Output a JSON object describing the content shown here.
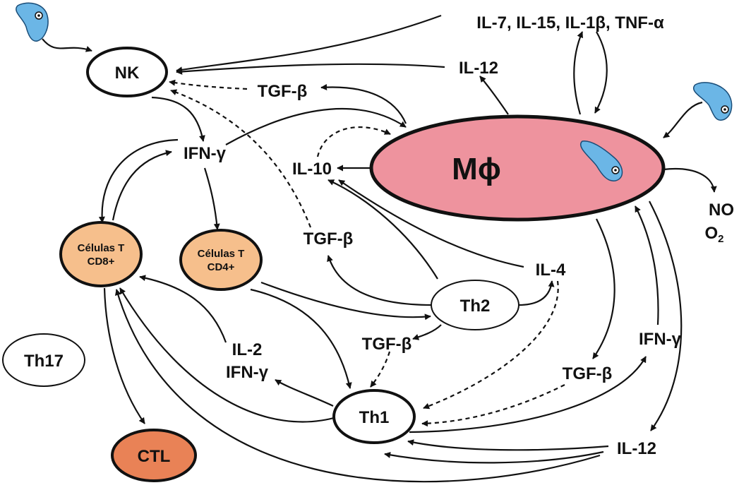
{
  "colors": {
    "macrophage_fill": "#ee939e",
    "cd_cell_fill": "#f6bf8c",
    "ctl_fill": "#e98256",
    "white_cell_fill": "#ffffff",
    "parasite_fill": "#6bb6e6",
    "line": "#111111"
  },
  "nodes": {
    "nk": "NK",
    "macrophage": "Mϕ",
    "cd8": [
      "Células T",
      "CD8+"
    ],
    "cd4": [
      "Células T",
      "CD4+"
    ],
    "th2": "Th2",
    "th1": "Th1",
    "th17": "Th17",
    "ctl": "CTL"
  },
  "labels": {
    "il7_group": "IL-7, IL-15, IL-1β, TNF-α",
    "il12_top": "IL-12",
    "tgfb_top": "TGF-β",
    "ifng_left": "IFN-γ",
    "il10": "IL-10",
    "tgfb_mid": "TGF-β",
    "il4": "IL-4",
    "tgfb_th2": "TGF-β",
    "il2": "IL-2",
    "ifng_th1": "IFN-γ",
    "ifng_right": "IFN-γ",
    "tgfb_right": "TGF-β",
    "il12_bottom": "IL-12",
    "no": "NO",
    "o2": "O",
    "o2_sub": "2"
  },
  "icons": [
    "parasite-icon",
    "parasite-icon",
    "parasite-icon"
  ]
}
